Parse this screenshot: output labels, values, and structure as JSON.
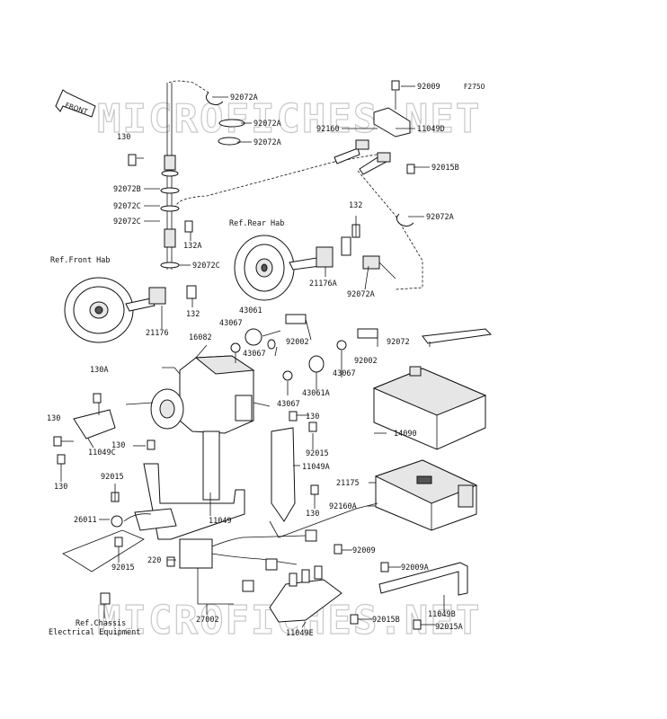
{
  "diagram_code": "F2750",
  "front_arrow": "FRONT",
  "watermark": "MICROFICHES.NET",
  "refs": {
    "front_hub": "Ref.Front Hab",
    "rear_hub": "Ref.Rear Hab",
    "chassis_line1": "Ref.Chassis",
    "chassis_line2": "Electrical Equipment"
  },
  "labels": {
    "p92072A_1": "92072A",
    "p92072A_2": "92072A",
    "p92072A_3": "92072A",
    "p92072A_4": "92072A",
    "p92009_1": "92009",
    "p92009_2": "92009",
    "p92009A": "92009A",
    "p92160": "92160",
    "p11049D": "11049D",
    "p92015B": "92015B",
    "p92015B_2": "92015B",
    "p92015A": "92015A",
    "p130_1": "130",
    "p130_2": "130",
    "p130_3": "130",
    "p130_4": "130",
    "p130_5": "130",
    "p130_6": "130",
    "p130A": "130A",
    "p92072B": "92072B",
    "p92072C_1": "92072C",
    "p92072C_2": "92072C",
    "p92072C_3": "92072C",
    "p132_1": "132",
    "p132_2": "132",
    "p132A": "132A",
    "p21176": "21176",
    "p21176A": "21176A",
    "p92072A_5": "92072A",
    "p43061": "43061",
    "p43061A": "43061A",
    "p43067_1": "43067",
    "p43067_2": "43067",
    "p43067_3": "43067",
    "p43067_4": "43067",
    "p92002_1": "92002",
    "p92002_2": "92002",
    "p16082": "16082",
    "p92072": "92072",
    "p14090": "14090",
    "p21175": "21175",
    "p92160A": "92160A",
    "p11049": "11049",
    "p11049A": "11049A",
    "p11049B": "11049B",
    "p11049C": "11049C",
    "p11049E": "11049E",
    "p92015_1": "92015",
    "p92015_2": "92015",
    "p92015_3": "92015",
    "p26011": "26011",
    "p220": "220",
    "p27002": "27002"
  }
}
